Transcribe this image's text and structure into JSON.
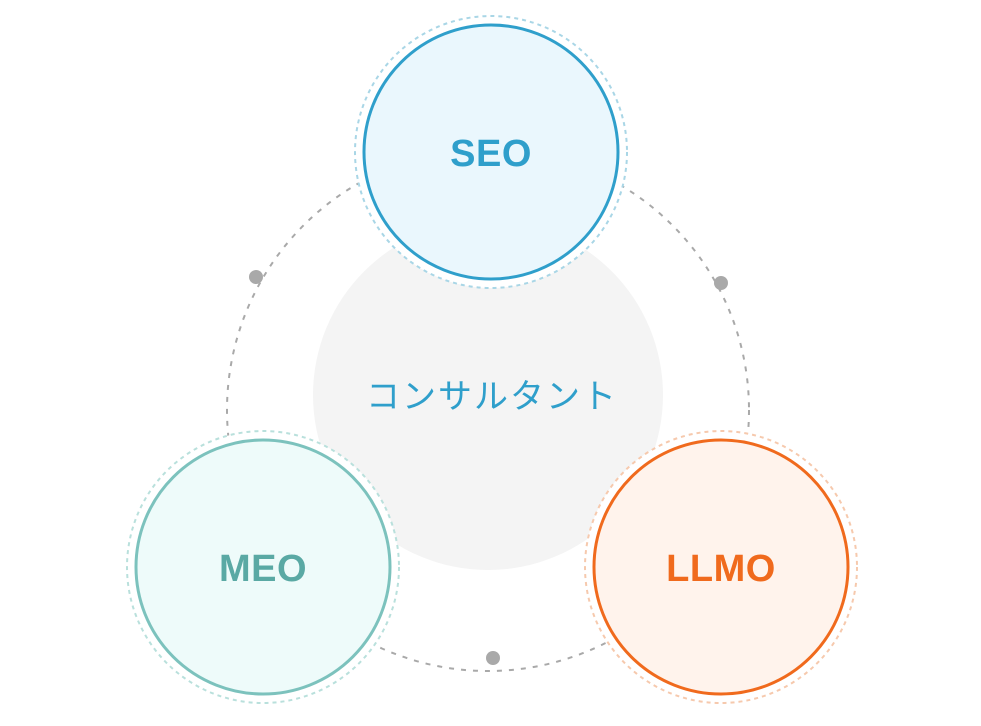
{
  "center": {
    "label": "コンサルタント",
    "color": "#2f9fcb",
    "fill": "#f4f4f4"
  },
  "nodes": [
    {
      "label": "SEO",
      "text_color": "#2f9fcb",
      "stroke": "#2f9fcb",
      "fill": "#eaf7fd",
      "halo": "#a9d6e6"
    },
    {
      "label": "MEO",
      "text_color": "#5aa9a4",
      "stroke": "#7cc2bd",
      "fill": "#eefbfa",
      "halo": "#b9e0dc"
    },
    {
      "label": "LLMO",
      "text_color": "#f06a1d",
      "stroke": "#f06a1d",
      "fill": "#fff3ec",
      "halo": "#f6c9ad"
    }
  ],
  "connector": {
    "color": "#a9a9a9"
  }
}
